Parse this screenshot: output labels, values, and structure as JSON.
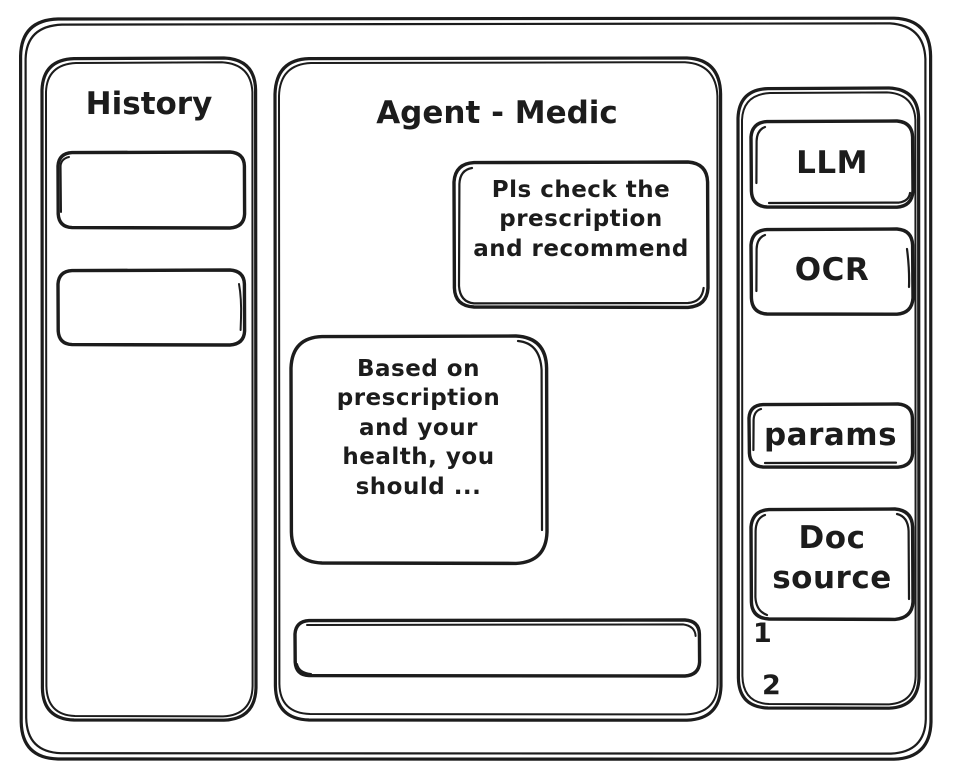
{
  "window": {
    "style": "hand-drawn wireframe",
    "stroke_color": "#1c1c1c",
    "background_color": "#ffffff"
  },
  "sidebar": {
    "title": "History",
    "items": [
      {
        "label": ""
      },
      {
        "label": ""
      }
    ]
  },
  "main": {
    "title": "Agent - Medic",
    "messages": [
      {
        "role": "user",
        "text": "Pls check the\nprescription\nand recommend"
      },
      {
        "role": "agent",
        "text": "Based on\nprescription\nand your\nhealth, you\nshould ..."
      }
    ],
    "composer": {
      "value": "",
      "placeholder": ""
    }
  },
  "tools": {
    "buttons": [
      {
        "label": "LLM"
      },
      {
        "label": "OCR"
      },
      {
        "label": "params"
      }
    ],
    "doc_source": {
      "label": "Doc\nsource",
      "entries": [
        "1",
        "2"
      ]
    }
  }
}
